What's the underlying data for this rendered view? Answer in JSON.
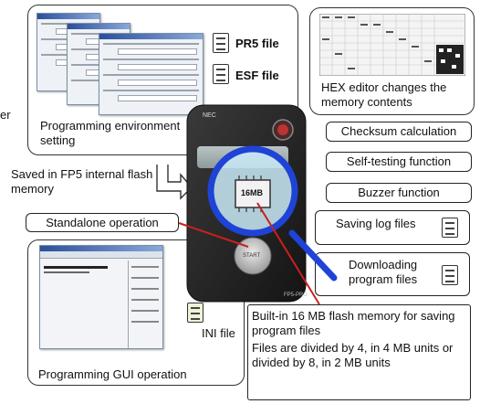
{
  "labels": {
    "pr5_file": "PR5 file",
    "esf_file": "ESF file",
    "programming_env": "Programming environment setting",
    "hex_editor": "HEX editor changes the memory contents",
    "saved_internal": "Saved in FP5 internal flash memory",
    "standalone": "Standalone operation",
    "ini_file": "INI file",
    "programming_gui": "Programming GUI operation",
    "left_cut": "er"
  },
  "features": [
    "Checksum calculation",
    "Self-testing function",
    "Buzzer function"
  ],
  "icon_features": {
    "saving_log": "Saving log files",
    "downloading": "Downloading program files"
  },
  "flash": {
    "title": "Built-in 16 MB flash memory for saving program files",
    "note": "Files are divided by 4, in 4 MB units or divided by 8, in 2 MB units"
  },
  "device": {
    "brand": "NEC",
    "magnified_chip": "16MB",
    "button": "START",
    "model": "FP5-PRG"
  },
  "colors": {
    "magnifier_fill": "#c9ebf8",
    "magnifier_ring": "#1f43d6",
    "pointer": "#cc1f1f",
    "device_body": "#2a2a2a"
  }
}
